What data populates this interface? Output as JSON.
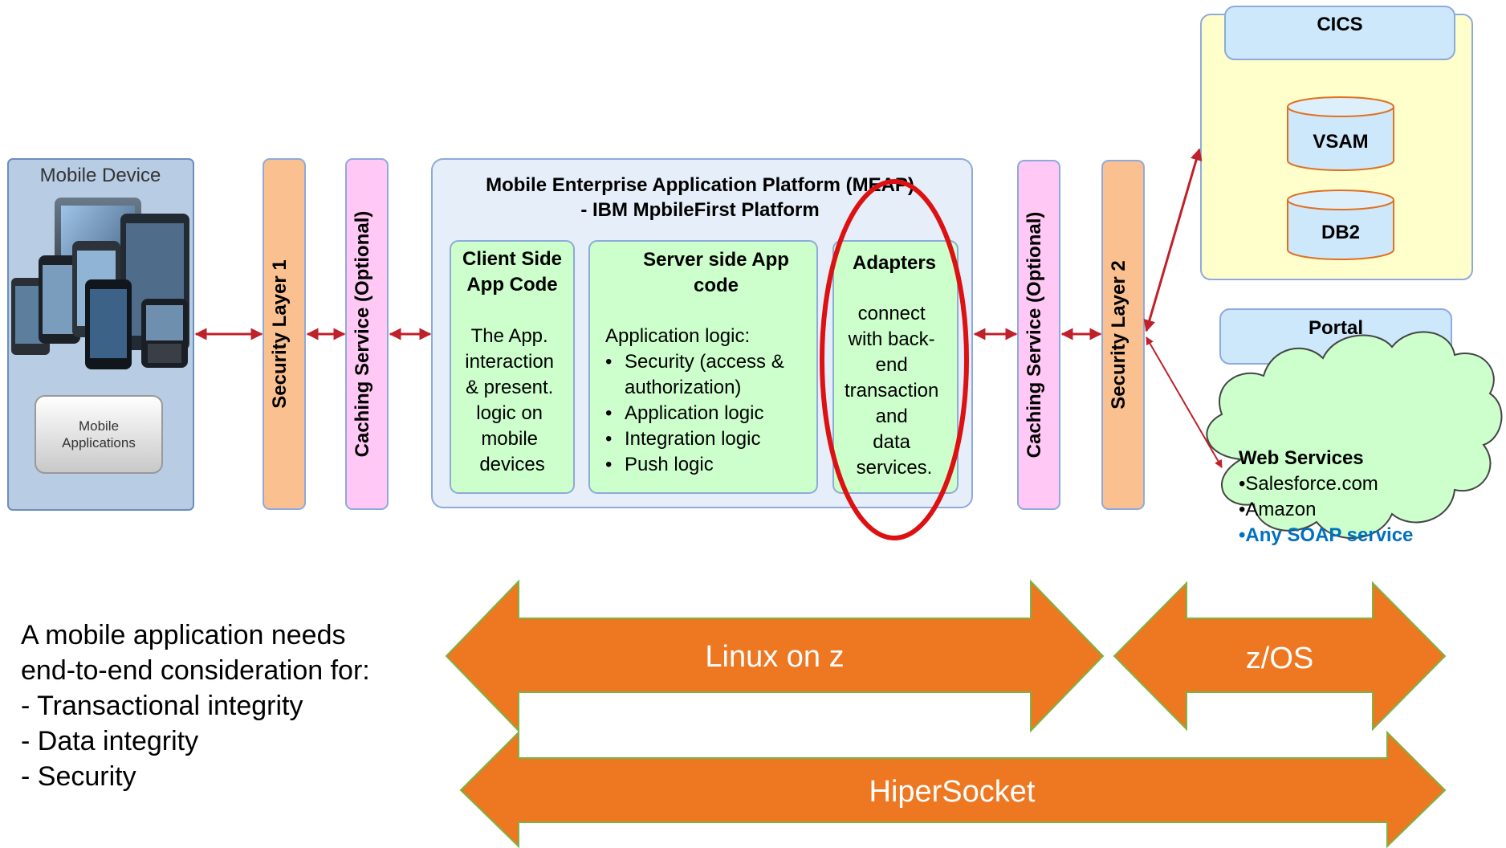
{
  "mobile_device": {
    "title": "Mobile Device",
    "apps_line1": "Mobile",
    "apps_line2": "Applications"
  },
  "security_layer_1": "Security Layer 1",
  "caching_left": "Caching Service (Optional)",
  "meap": {
    "title_line1": "Mobile Enterprise Application Platform (MEAP)",
    "title_line2": "- IBM MpbileFirst Platform",
    "client": {
      "title_line1": "Client Side",
      "title_line2": "App Code",
      "body": [
        "The App.",
        "interaction",
        "& present.",
        "logic on",
        "mobile",
        "devices"
      ]
    },
    "server": {
      "title_line1": "Server side App",
      "title_line2": "code",
      "intro": "Application logic:",
      "bullets": [
        [
          "Security (access &",
          "authorization)"
        ],
        [
          "Application logic"
        ],
        [
          "Integration logic"
        ],
        [
          "Push logic"
        ]
      ]
    },
    "adapters": {
      "title": "Adapters",
      "body": [
        "connect",
        "with back-",
        "end",
        "transaction",
        "and",
        "data",
        "services."
      ]
    }
  },
  "caching_right": "Caching Service (Optional)",
  "security_layer_2": "Security Layer 2",
  "backend": {
    "cics": "CICS",
    "vsam": "VSAM",
    "db2": "DB2",
    "portal": "Portal"
  },
  "web_services": {
    "title": "Web Services",
    "item1": "•Salesforce.com",
    "item2": "•Amazon",
    "item3": "•Any SOAP service"
  },
  "notes": {
    "line1": "A mobile application needs",
    "line2": "end-to-end consideration for:",
    "line3": "- Transactional integrity",
    "line4": "- Data integrity",
    "line5": "- Security"
  },
  "platforms": {
    "linux": "Linux on z",
    "zos": "z/OS",
    "hipersocket": "HiperSocket"
  },
  "colors": {
    "security_fill": "#FAC090",
    "caching_fill": "#FFC8F5",
    "green_box": "#CCFFCC",
    "meap_fill": "#E6EEF9",
    "mobile_fill": "#B8CCE4",
    "cics_fill": "#CDE8FA",
    "backend_fill": "#FFFFCC",
    "cloud_fill": "#CCFFCC",
    "orange_arrow": "#EE7722",
    "red_connector": "#C0202A",
    "highlight_ring": "#DD1111",
    "soap_blue": "#0070C0"
  }
}
